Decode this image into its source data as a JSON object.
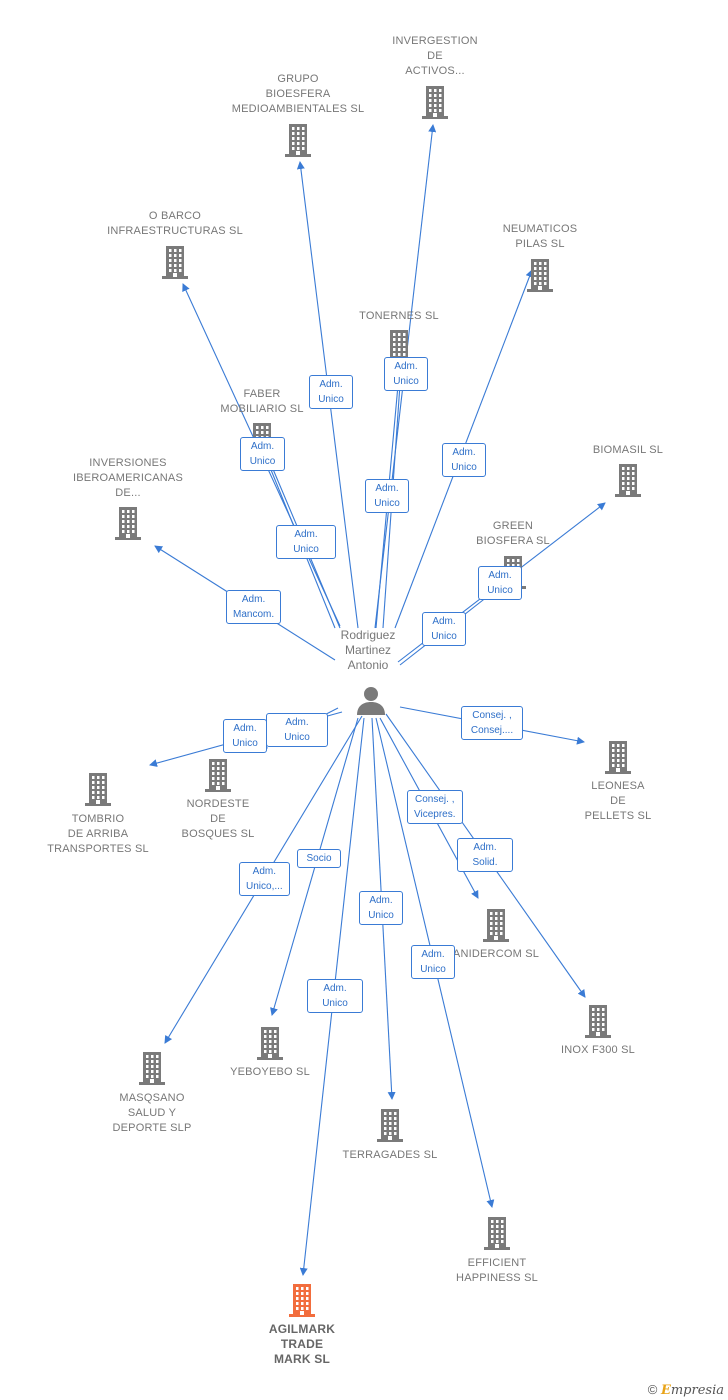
{
  "colors": {
    "edge": "#3a7bd5",
    "building": "#7a7a7a",
    "highlight": "#f26d3d",
    "person": "#7a7a7a"
  },
  "center": {
    "label": "Rodriguez\nMartinez\nAntonio",
    "icon": "person-icon"
  },
  "companies": [
    {
      "label": "INVERGESTION\nDE\nACTIVOS...",
      "icon": "building-icon"
    },
    {
      "label": "GRUPO\nBIOESFERA\nMEDIOAMBIENTALES SL",
      "icon": "building-icon"
    },
    {
      "label": "O BARCO\nINFRAESTRUCTURAS SL",
      "icon": "building-icon"
    },
    {
      "label": "NEUMATICOS\nPILAS SL",
      "icon": "building-icon"
    },
    {
      "label": "TONERNES SL",
      "icon": "building-icon"
    },
    {
      "label": "FABER\nMOBILIARIO SL",
      "icon": "building-icon"
    },
    {
      "label": "BIOMASIL SL",
      "icon": "building-icon"
    },
    {
      "label": "INVERSIONES\nIBEROAMERICANAS\nDE...",
      "icon": "building-icon"
    },
    {
      "label": "GREEN\nBIOSFERA  SL",
      "icon": "building-icon"
    },
    {
      "label": "TOMBRIO\nDE ARRIBA\nTRANSPORTES SL",
      "icon": "building-icon"
    },
    {
      "label": "NORDESTE\nDE\nBOSQUES SL",
      "icon": "building-icon"
    },
    {
      "label": "LEONESA\nDE\nPELLETS SL",
      "icon": "building-icon"
    },
    {
      "label": "ANIDERCOM SL",
      "icon": "building-icon"
    },
    {
      "label": "INOX F300  SL",
      "icon": "building-icon"
    },
    {
      "label": "YEBOYEBO  SL",
      "icon": "building-icon"
    },
    {
      "label": "MASQSANO\nSALUD Y\nDEPORTE  SLP",
      "icon": "building-icon"
    },
    {
      "label": "TERRAGADES SL",
      "icon": "building-icon"
    },
    {
      "label": "EFFICIENT\nHAPPINESS  SL",
      "icon": "building-icon"
    },
    {
      "label": "AGILMARK\nTRADE\nMARK  SL",
      "icon": "building-icon",
      "highlight": true
    }
  ],
  "relations": [
    "Adm.\nUnico",
    "Adm.\nUnico",
    "Adm.\nUnico",
    "Adm.\nUnico",
    "Adm.\nUnico",
    "Adm.\nUnico",
    "Adm.\nMancom.",
    "Adm.\nUnico",
    "Adm.\nUnico",
    "Adm.\nUnico",
    "Adm.\nUnico",
    "Consej. ,\nConsej....",
    "Consej. ,\nVicepres.",
    "Adm.\nSolid.",
    "Adm.\nUnico,...",
    "Socio",
    "Adm.\nUnico",
    "Adm.\nUnico",
    "Adm.\nUnico",
    "Adm.\nUnico,..."
  ],
  "footer": {
    "copyright": "©",
    "brand_first": "E",
    "brand_rest": "mpresia"
  }
}
